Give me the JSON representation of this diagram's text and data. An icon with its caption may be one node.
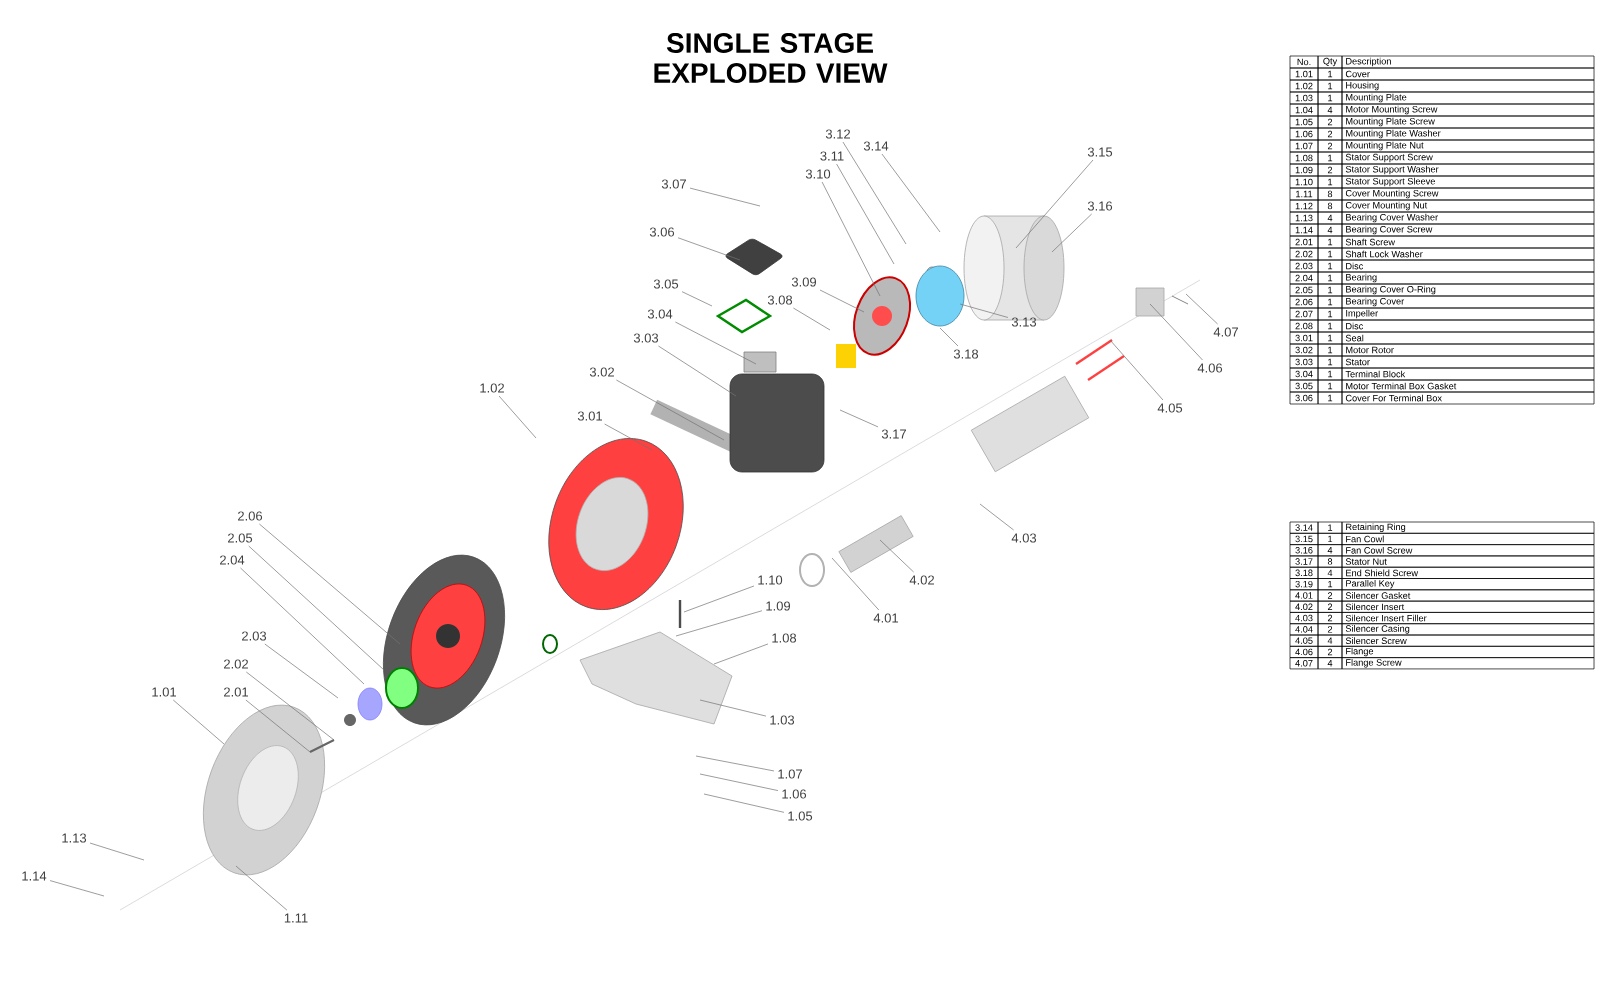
{
  "diagram": {
    "title": "SINGLE STAGE EXPLODED VIEW",
    "nodes": [
      {
        "text": [
          "1.01"
        ]
      },
      {
        "text": [
          "1.02"
        ]
      },
      {
        "text": [
          "1.03"
        ]
      },
      {
        "text": [
          "1.05"
        ]
      },
      {
        "text": [
          "1.06"
        ]
      },
      {
        "text": [
          "1.07"
        ]
      },
      {
        "text": [
          "1.08"
        ]
      },
      {
        "text": [
          "1.09"
        ]
      },
      {
        "text": [
          "1.10"
        ]
      },
      {
        "text": [
          "1.11"
        ]
      },
      {
        "text": [
          "1.13"
        ]
      },
      {
        "text": [
          "1.14"
        ]
      },
      {
        "text": [
          "2.01"
        ]
      },
      {
        "text": [
          "2.02"
        ]
      },
      {
        "text": [
          "2.03"
        ]
      },
      {
        "text": [
          "2.04"
        ]
      },
      {
        "text": [
          "2.05"
        ]
      },
      {
        "text": [
          "2.06"
        ]
      },
      {
        "text": [
          "3.01"
        ]
      },
      {
        "text": [
          "3.02"
        ]
      },
      {
        "text": [
          "3.03"
        ]
      },
      {
        "text": [
          "3.04"
        ]
      },
      {
        "text": [
          "3.05"
        ]
      },
      {
        "text": [
          "3.06"
        ]
      },
      {
        "text": [
          "3.07"
        ]
      },
      {
        "text": [
          "3.08"
        ]
      },
      {
        "text": [
          "3.09"
        ]
      },
      {
        "text": [
          "3.10"
        ]
      },
      {
        "text": [
          "3.11"
        ]
      },
      {
        "text": [
          "3.12"
        ]
      },
      {
        "text": [
          "3.13"
        ]
      },
      {
        "text": [
          "3.14"
        ]
      },
      {
        "text": [
          "3.15"
        ]
      },
      {
        "text": [
          "3.16"
        ]
      },
      {
        "text": [
          "3.17"
        ]
      },
      {
        "text": [
          "3.18"
        ]
      },
      {
        "text": [
          "4.01"
        ]
      },
      {
        "text": [
          "4.02"
        ]
      },
      {
        "text": [
          "4.03"
        ]
      },
      {
        "text": [
          "4.05"
        ]
      },
      {
        "text": [
          "4.06"
        ]
      },
      {
        "text": [
          "4.07"
        ]
      }
    ],
    "edges": [
      {
        "from": 0,
        "to": null,
        "arrow": "none"
      },
      {
        "from": 1,
        "to": null,
        "arrow": "none"
      },
      {
        "from": 2,
        "to": null,
        "arrow": "none"
      },
      {
        "from": 3,
        "to": null,
        "arrow": "none"
      },
      {
        "from": 4,
        "to": null,
        "arrow": "none"
      },
      {
        "from": 5,
        "to": null,
        "arrow": "none"
      },
      {
        "from": 6,
        "to": null,
        "arrow": "none"
      },
      {
        "from": 7,
        "to": null,
        "arrow": "none"
      },
      {
        "from": 8,
        "to": null,
        "arrow": "none"
      },
      {
        "from": 9,
        "to": null,
        "arrow": "none"
      },
      {
        "from": 10,
        "to": null,
        "arrow": "none"
      },
      {
        "from": 11,
        "to": null,
        "arrow": "none"
      },
      {
        "from": 12,
        "to": null,
        "arrow": "none"
      },
      {
        "from": 13,
        "to": null,
        "arrow": "none"
      },
      {
        "from": 14,
        "to": null,
        "arrow": "none"
      },
      {
        "from": 15,
        "to": null,
        "arrow": "none"
      },
      {
        "from": 16,
        "to": null,
        "arrow": "none"
      },
      {
        "from": 17,
        "to": null,
        "arrow": "none"
      },
      {
        "from": 18,
        "to": null,
        "arrow": "none"
      },
      {
        "from": 19,
        "to": null,
        "arrow": "none"
      },
      {
        "from": 20,
        "to": null,
        "arrow": "none"
      },
      {
        "from": 21,
        "to": null,
        "arrow": "none"
      },
      {
        "from": 22,
        "to": null,
        "arrow": "none"
      },
      {
        "from": 23,
        "to": null,
        "arrow": "none"
      },
      {
        "from": 24,
        "to": null,
        "arrow": "none"
      },
      {
        "from": 25,
        "to": null,
        "arrow": "none"
      },
      {
        "from": 26,
        "to": null,
        "arrow": "none"
      },
      {
        "from": 27,
        "to": null,
        "arrow": "none"
      },
      {
        "from": 28,
        "to": null,
        "arrow": "none"
      },
      {
        "from": 29,
        "to": null,
        "arrow": "none"
      },
      {
        "from": 30,
        "to": null,
        "arrow": "none"
      },
      {
        "from": 31,
        "to": null,
        "arrow": "none"
      },
      {
        "from": 32,
        "to": null,
        "arrow": "none"
      },
      {
        "from": 33,
        "to": null,
        "arrow": "none"
      },
      {
        "from": 34,
        "to": null,
        "arrow": "none"
      },
      {
        "from": 35,
        "to": null,
        "arrow": "none"
      },
      {
        "from": 36,
        "to": null,
        "arrow": "none"
      },
      {
        "from": 37,
        "to": null,
        "arrow": "none"
      },
      {
        "from": 38,
        "to": null,
        "arrow": "none"
      },
      {
        "from": 39,
        "to": null,
        "arrow": "none"
      },
      {
        "from": 40,
        "to": null,
        "arrow": "none"
      },
      {
        "from": 41,
        "to": null,
        "arrow": "none"
      }
    ],
    "labels": [
      "No.",
      "Qty",
      "Description",
      "1.01",
      "1",
      "Cover",
      "1.02",
      "1",
      "Housing",
      "1.03",
      "1",
      "Mounting Plate",
      "1.04",
      "4",
      "Motor Mounting Screw",
      "1.05",
      "2",
      "Mounting Plate Screw",
      "1.06",
      "2",
      "Mounting Plate Washer",
      "1.07",
      "2",
      "Mounting Plate Nut",
      "1.08",
      "1",
      "Stator Support Screw",
      "1.09",
      "2",
      "Stator Support Washer",
      "1.10",
      "1",
      "Stator Support Sleeve",
      "1.11",
      "8",
      "Cover Mounting Screw",
      "1.12",
      "8",
      "Cover Mounting Nut",
      "1.13",
      "4",
      "Bearing Cover Washer",
      "1.14",
      "4",
      "Bearing Cover Screw",
      "2.01",
      "1",
      "Shaft Screw",
      "2.02",
      "1",
      "Shaft Lock Washer",
      "2.03",
      "1",
      "Disc",
      "2.04",
      "1",
      "Bearing",
      "2.05",
      "1",
      "Bearing Cover O-Ring",
      "2.06",
      "1",
      "Bearing Cover",
      "2.07",
      "1",
      "Impeller",
      "2.08",
      "1",
      "Disc",
      "3.01",
      "1",
      "Seal",
      "3.02",
      "1",
      "Motor Rotor",
      "3.03",
      "1",
      "Stator",
      "3.04",
      "1",
      "Terminal Block",
      "3.05",
      "1",
      "Motor Terminal Box Gasket",
      "3.06",
      "1",
      "Cover For Terminal Box",
      "3.14",
      "1",
      "Retaining Ring",
      "3.15",
      "1",
      "Fan Cowl",
      "3.16",
      "4",
      "Fan Cowl Screw",
      "3.17",
      "8",
      "Stator Nut",
      "3.18",
      "4",
      "End Shield Screw",
      "3.19",
      "1",
      "Parallel Key",
      "4.01",
      "2",
      "Silencer Gasket",
      "4.02",
      "2",
      "Silencer Insert",
      "4.03",
      "2",
      "Silencer Insert Filler",
      "4.04",
      "2",
      "Silencer Casing",
      "4.05",
      "4",
      "Silencer Screw",
      "4.06",
      "2",
      "Flange",
      "4.07",
      "4",
      "Flange Screw"
    ]
  }
}
